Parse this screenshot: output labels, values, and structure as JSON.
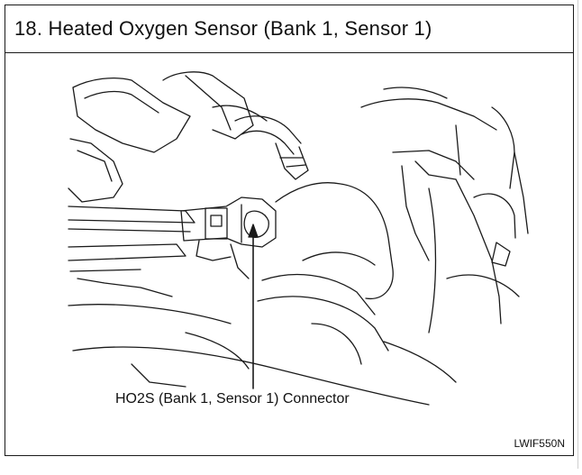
{
  "title": "18. Heated Oxygen Sensor (Bank 1, Sensor 1)",
  "callout": "HO2S (Bank 1, Sensor 1) Connector",
  "figure_code": "LWIF550N",
  "colors": {
    "line": "#1a1a1a",
    "background": "#ffffff"
  }
}
